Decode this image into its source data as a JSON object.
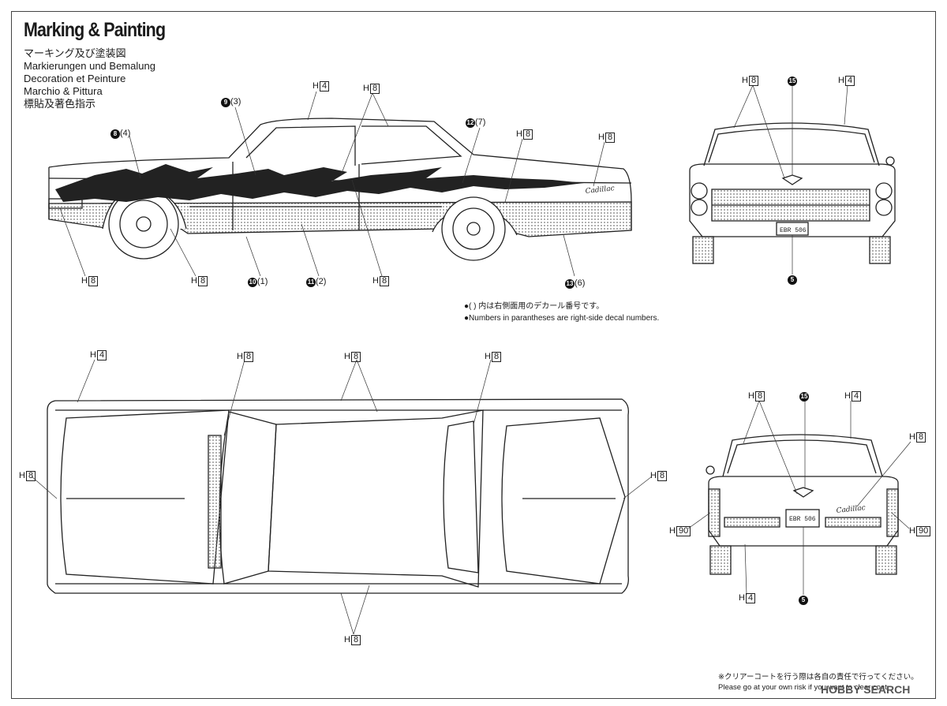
{
  "title": "Marking & Painting",
  "subtitles": [
    "マーキング及び塗装図",
    "Markierungen und Bemalung",
    "Decoration et Peinture",
    "Marchio & Pittura",
    "標貼及著色指示"
  ],
  "note": [
    "●( ) 内は右側面用のデカール番号です。",
    "●Numbers in parantheses are right-side decal numbers."
  ],
  "bottom_note": [
    "※クリアーコートを行う際は各自の責任で行ってください。",
    "Please go at your own risk if you want to clear coat."
  ],
  "brand": "HOBBY SEARCH",
  "plates": [
    "EBR 506",
    "EBR 506"
  ],
  "script_text": [
    "Cadillac",
    "Cadillac"
  ],
  "paint_labels": [
    {
      "h": "H",
      "n": "4"
    },
    {
      "h": "H",
      "n": "8"
    },
    {
      "h": "H",
      "n": "8"
    },
    {
      "h": "H",
      "n": "8"
    },
    {
      "h": "H",
      "n": "8"
    },
    {
      "h": "H",
      "n": "8"
    },
    {
      "h": "H",
      "n": "8"
    },
    {
      "h": "H",
      "n": "8"
    },
    {
      "h": "H",
      "n": "4"
    },
    {
      "h": "H",
      "n": "4"
    },
    {
      "h": "H",
      "n": "8"
    },
    {
      "h": "H",
      "n": "8"
    },
    {
      "h": "H",
      "n": "8"
    },
    {
      "h": "H",
      "n": "8"
    },
    {
      "h": "H",
      "n": "8"
    },
    {
      "h": "H",
      "n": "8"
    },
    {
      "h": "H",
      "n": "8"
    },
    {
      "h": "H",
      "n": "4"
    },
    {
      "h": "H",
      "n": "8"
    },
    {
      "h": "H",
      "n": "90"
    },
    {
      "h": "H",
      "n": "90"
    },
    {
      "h": "H",
      "n": "4"
    }
  ],
  "decal_labels": [
    {
      "n": "9",
      "r": "(3)"
    },
    {
      "n": "8",
      "r": "(4)"
    },
    {
      "n": "12",
      "r": "(7)"
    },
    {
      "n": "10",
      "r": "(1)"
    },
    {
      "n": "11",
      "r": "(2)"
    },
    {
      "n": "13",
      "r": "(6)"
    },
    {
      "n": "15",
      "r": ""
    },
    {
      "n": "5",
      "r": ""
    },
    {
      "n": "15",
      "r": ""
    },
    {
      "n": "5",
      "r": ""
    }
  ]
}
